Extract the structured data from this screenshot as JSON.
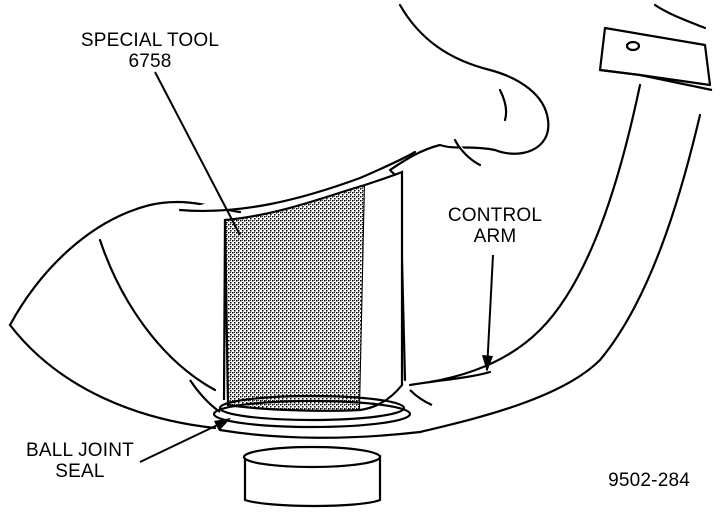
{
  "labels": {
    "special_tool_line1": "SPECIAL TOOL",
    "special_tool_line2": "6758",
    "control_arm_line1": "CONTROL",
    "control_arm_line2": "ARM",
    "ball_joint_line1": "BALL JOINT",
    "ball_joint_line2": "SEAL",
    "figure_number": "9502-284"
  },
  "colors": {
    "ink": "#000000",
    "paper": "#ffffff",
    "stipple": "#555555"
  }
}
